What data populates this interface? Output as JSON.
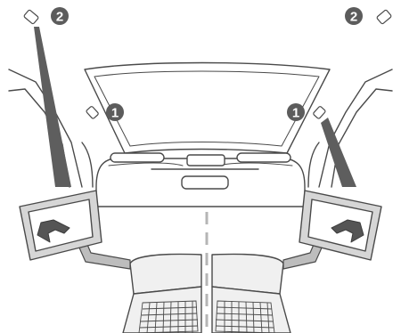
{
  "callouts": {
    "front_left": "1",
    "front_right": "1",
    "rear_left": "2",
    "rear_right": "2"
  },
  "colors": {
    "outline": "#4a4a4a",
    "badge": "#5c5c5c",
    "beam": "#5e5e5e",
    "centerline": "#b5b5b5"
  }
}
